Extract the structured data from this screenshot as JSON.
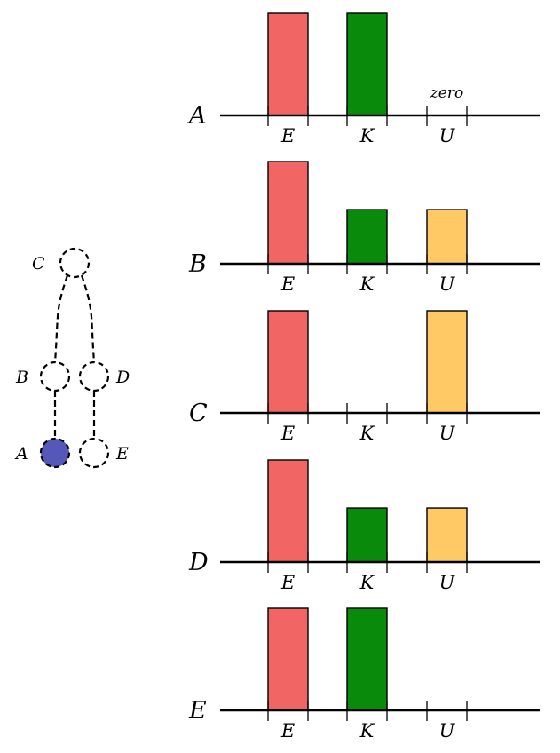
{
  "graph": {
    "nodes": [
      {
        "id": "C",
        "label": "C",
        "filled": false
      },
      {
        "id": "B",
        "label": "B",
        "filled": false
      },
      {
        "id": "D",
        "label": "D",
        "filled": false
      },
      {
        "id": "A",
        "label": "A",
        "filled": true
      },
      {
        "id": "E",
        "label": "E",
        "filled": false
      }
    ],
    "edges": [
      [
        "C",
        "B"
      ],
      [
        "C",
        "D"
      ],
      [
        "B",
        "A"
      ],
      [
        "D",
        "E"
      ]
    ]
  },
  "colors": {
    "E": "#f26565",
    "K": "#0a8a0a",
    "U": "#ffc966",
    "filled_node": "#5558b8",
    "axis": "#000000"
  },
  "chart_data": {
    "type": "bar",
    "categories": [
      "E",
      "K",
      "U"
    ],
    "ylim": [
      0,
      1
    ],
    "panels": [
      {
        "name": "A",
        "values": [
          1.0,
          1.0,
          0
        ],
        "annotations": [
          {
            "category": "U",
            "text": "zero"
          }
        ]
      },
      {
        "name": "B",
        "values": [
          1.0,
          0.53,
          0.53
        ],
        "annotations": []
      },
      {
        "name": "C",
        "values": [
          1.0,
          0,
          1.0
        ],
        "annotations": []
      },
      {
        "name": "D",
        "values": [
          1.0,
          0.53,
          0.53
        ],
        "annotations": []
      },
      {
        "name": "E",
        "values": [
          1.0,
          1.0,
          0
        ],
        "annotations": []
      }
    ]
  }
}
